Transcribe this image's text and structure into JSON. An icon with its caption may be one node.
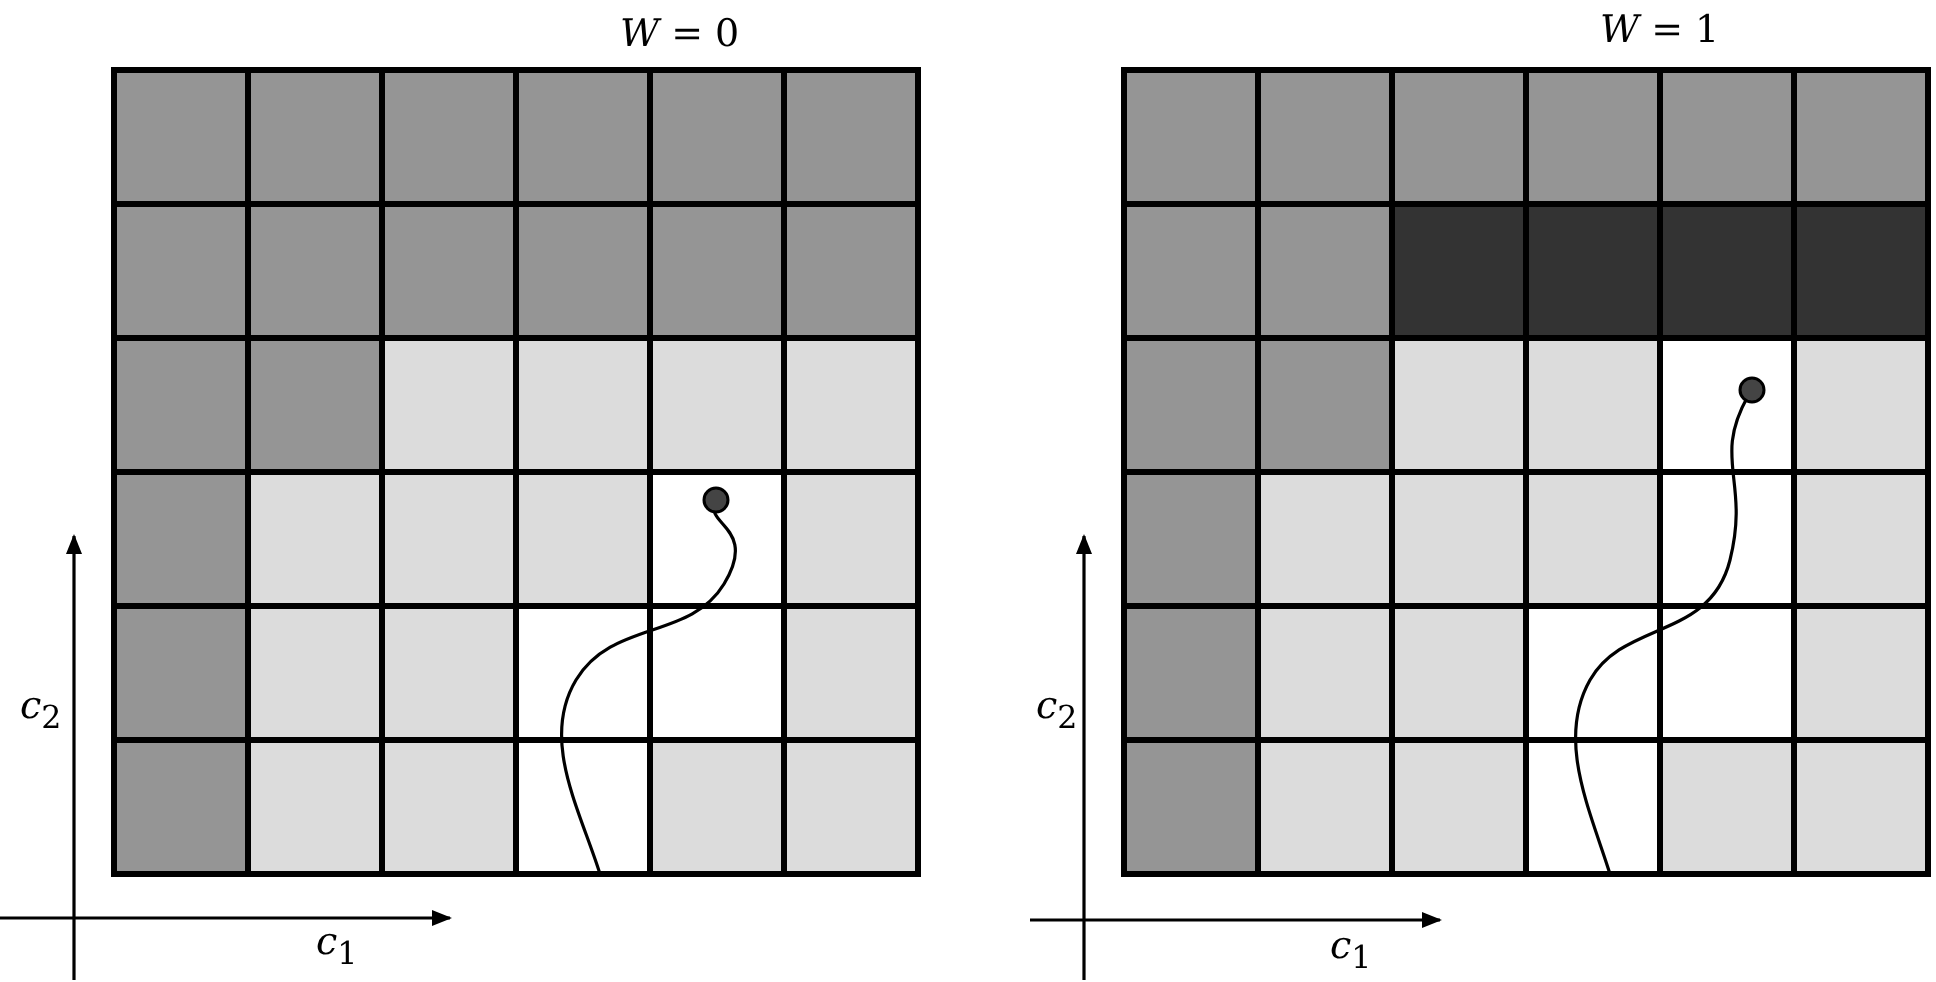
{
  "diagram": {
    "labels": [
      "*W* = 0",
      "*W* = 1",
      "*c*$_{2}$",
      "*c*$_{2}$",
      "*c*$_{1}$",
      "*c*$_{1}$"
    ]
  }
}
